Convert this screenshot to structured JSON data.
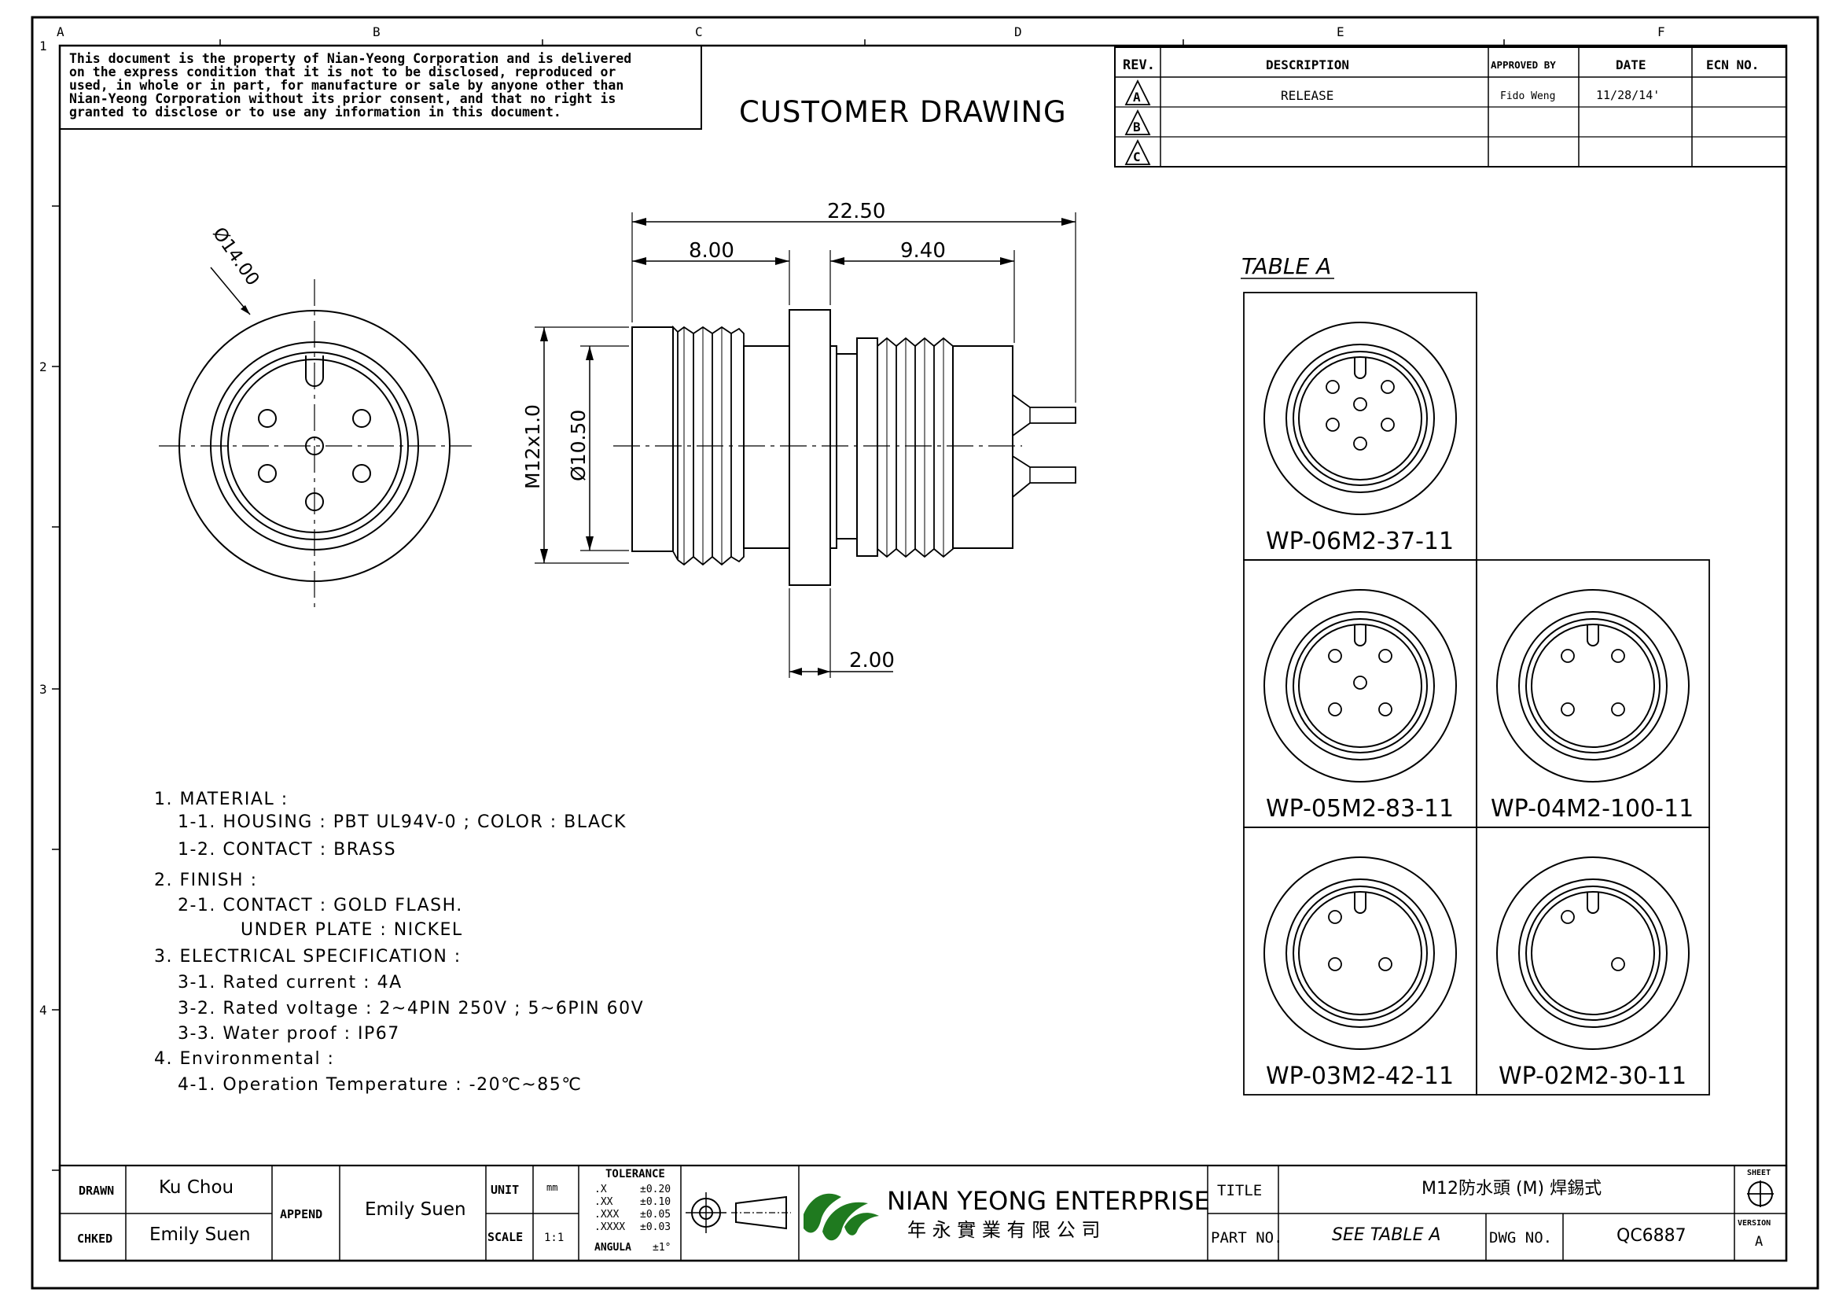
{
  "grid": {
    "cols": [
      "A",
      "B",
      "C",
      "D",
      "E",
      "F"
    ],
    "rows": [
      "1",
      "2",
      "3",
      "4"
    ]
  },
  "notice": {
    "lines": [
      "This document is the property of Nian-Yeong Corporation and is delivered",
      "on  the  express condition that it is not to be disclosed, reproduced or",
      "used, in whole or in part, for manufacture or sale by anyone other than",
      "Nian-Yeong Corporation without  its prior consent, and that  no right  is",
      "granted to disclose or to use any information in this  document."
    ]
  },
  "header_title": "CUSTOMER  DRAWING",
  "revision_table": {
    "headers": [
      "REV.",
      "DESCRIPTION",
      "APPROVED BY",
      "DATE",
      "ECN NO."
    ],
    "rows": [
      {
        "rev": "A",
        "description": "RELEASE",
        "approved_by": "Fido Weng",
        "date": "11/28/14'",
        "ecn": ""
      },
      {
        "rev": "B",
        "description": "",
        "approved_by": "",
        "date": "",
        "ecn": ""
      },
      {
        "rev": "C",
        "description": "",
        "approved_by": "",
        "date": "",
        "ecn": ""
      }
    ]
  },
  "dimensions": {
    "front_diameter": "Ø14.00",
    "overall_length": "22.50",
    "front_length": "8.00",
    "rear_length": "9.40",
    "flange_thickness": "2.00",
    "thread": "M12x1.0",
    "body_diameter": "Ø10.50"
  },
  "table_a": {
    "title": "TABLE A",
    "cells": [
      {
        "part": "WP-06M2-37-11",
        "pins": 6
      },
      {
        "part": "WP-05M2-83-11",
        "pins": 5
      },
      {
        "part": "WP-04M2-100-11",
        "pins": 4
      },
      {
        "part": "WP-03M2-42-11",
        "pins": 3
      },
      {
        "part": "WP-02M2-30-11",
        "pins": 2
      }
    ]
  },
  "notes": [
    "1. MATERIAL :",
    "1-1. HOUSING : PBT UL94V-0 ; COLOR : BLACK",
    "1-2. CONTACT : BRASS",
    "2. FINISH :",
    "2-1. CONTACT : GOLD FLASH.",
    "UNDER PLATE : NICKEL",
    "3. ELECTRICAL SPECIFICATION :",
    "3-1. Rated current : 4A",
    "3-2. Rated voltage : 2~4PIN 250V ; 5~6PIN 60V",
    "3-3. Water proof : IP67",
    "4. Environmental :",
    "4-1. Operation Temperature : -20℃~85℃"
  ],
  "title_block": {
    "drawn_label": "DRAWN",
    "drawn_value": "Ku Chou",
    "checked_label": "CHKED",
    "checked_value": "Emily Suen",
    "append_label": "APPEND",
    "append_value": "Emily Suen",
    "unit_label": "UNIT",
    "unit_value": "mm",
    "scale_label": "SCALE",
    "scale_value": "1:1",
    "tolerance_title": "TOLERANCE",
    "tolerance_rows": [
      {
        "k": ".X",
        "v": "±0.20"
      },
      {
        "k": ".XX",
        "v": "±0.10"
      },
      {
        "k": ".XXX",
        "v": "±0.05"
      },
      {
        "k": ".XXXX",
        "v": "±0.03"
      },
      {
        "k": "ANGULA",
        "v": "±1°"
      }
    ],
    "company_en": "NIAN YEONG ENTERPRISE",
    "company_zh": "年 永 實 業 有 限 公 司",
    "title_label": "TITLE",
    "title_value": "M12防水頭 (M) 焊錫式",
    "part_label": "PART NO.",
    "part_value": "SEE TABLE A",
    "dwg_label": "DWG NO.",
    "dwg_value": "QC6887",
    "sheet_label": "SHEET",
    "version_label": "VERSION",
    "version_value": "A"
  },
  "colors": {
    "ink": "#000000",
    "paper": "#ffffff",
    "logo_green": "#1f7a1f"
  }
}
